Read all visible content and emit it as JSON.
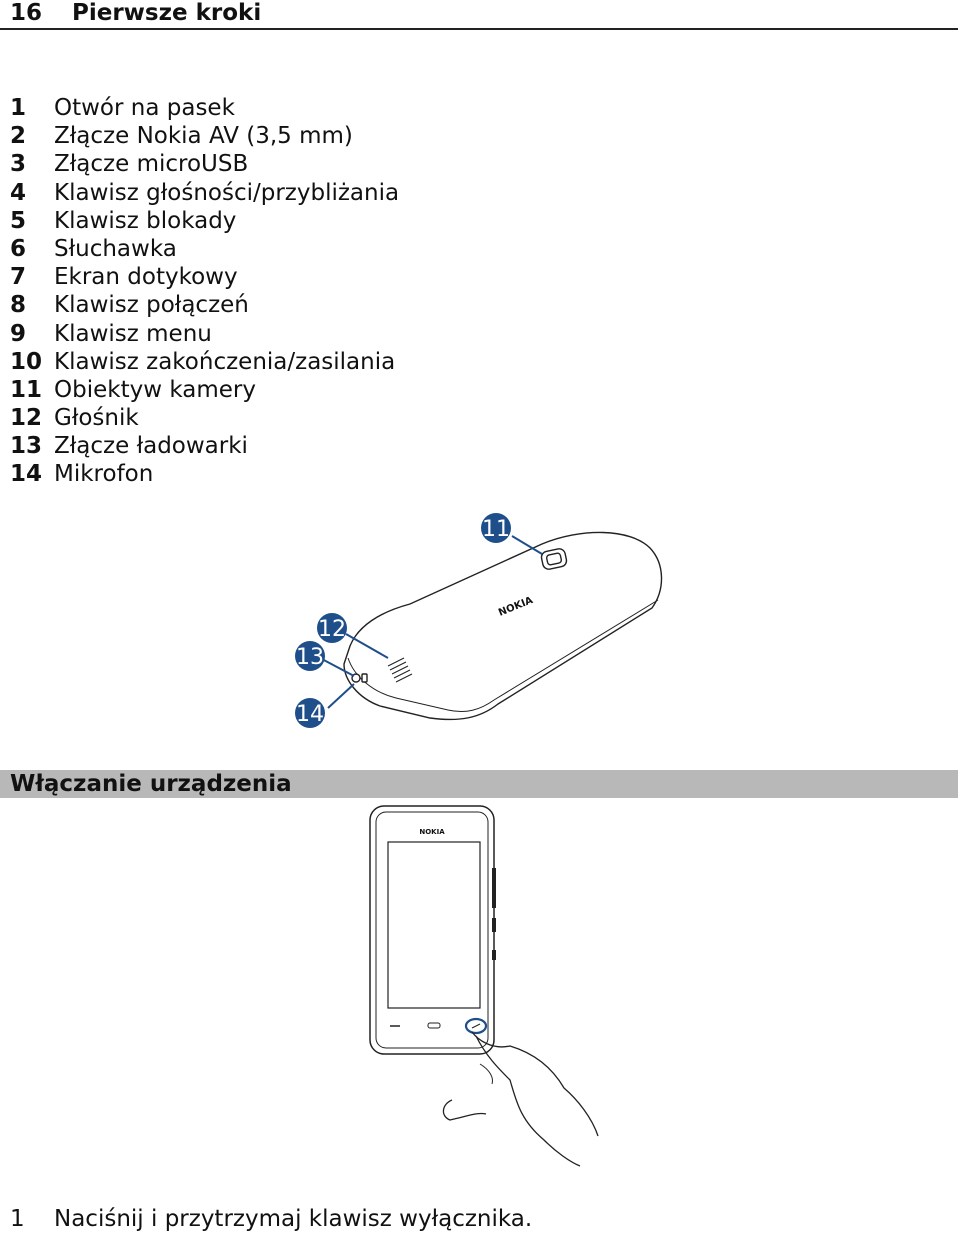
{
  "header": {
    "page_number": "16",
    "chapter_title": "Pierwsze kroki"
  },
  "parts": [
    {
      "num": "1",
      "label": "Otwór na pasek"
    },
    {
      "num": "2",
      "label": "Złącze Nokia AV (3,5 mm)"
    },
    {
      "num": "3",
      "label": "Złącze microUSB"
    },
    {
      "num": "4",
      "label": "Klawisz głośności/przybliżania"
    },
    {
      "num": "5",
      "label": "Klawisz blokady"
    },
    {
      "num": "6",
      "label": "Słuchawka"
    },
    {
      "num": "7",
      "label": "Ekran dotykowy"
    },
    {
      "num": "8",
      "label": "Klawisz połączeń"
    },
    {
      "num": "9",
      "label": "Klawisz menu"
    },
    {
      "num": "10",
      "label": "Klawisz zakończenia/zasilania"
    },
    {
      "num": "11",
      "label": "Obiektyw kamery"
    },
    {
      "num": "12",
      "label": "Głośnik"
    },
    {
      "num": "13",
      "label": "Złącze ładowarki"
    },
    {
      "num": "14",
      "label": "Mikrofon"
    }
  ],
  "back_illustration": {
    "brand": "NOKIA",
    "callouts": {
      "c11": "11",
      "c12": "12",
      "c13": "13",
      "c14": "14"
    }
  },
  "section": {
    "title": "Włączanie urządzenia"
  },
  "front_illustration": {
    "brand": "NOKIA"
  },
  "steps": [
    {
      "num": "1",
      "text": "Naciśnij i przytrzymaj klawisz wyłącznika."
    }
  ],
  "colors": {
    "callout": "#1f4f8a",
    "section_bar": "#b8b8b8"
  }
}
